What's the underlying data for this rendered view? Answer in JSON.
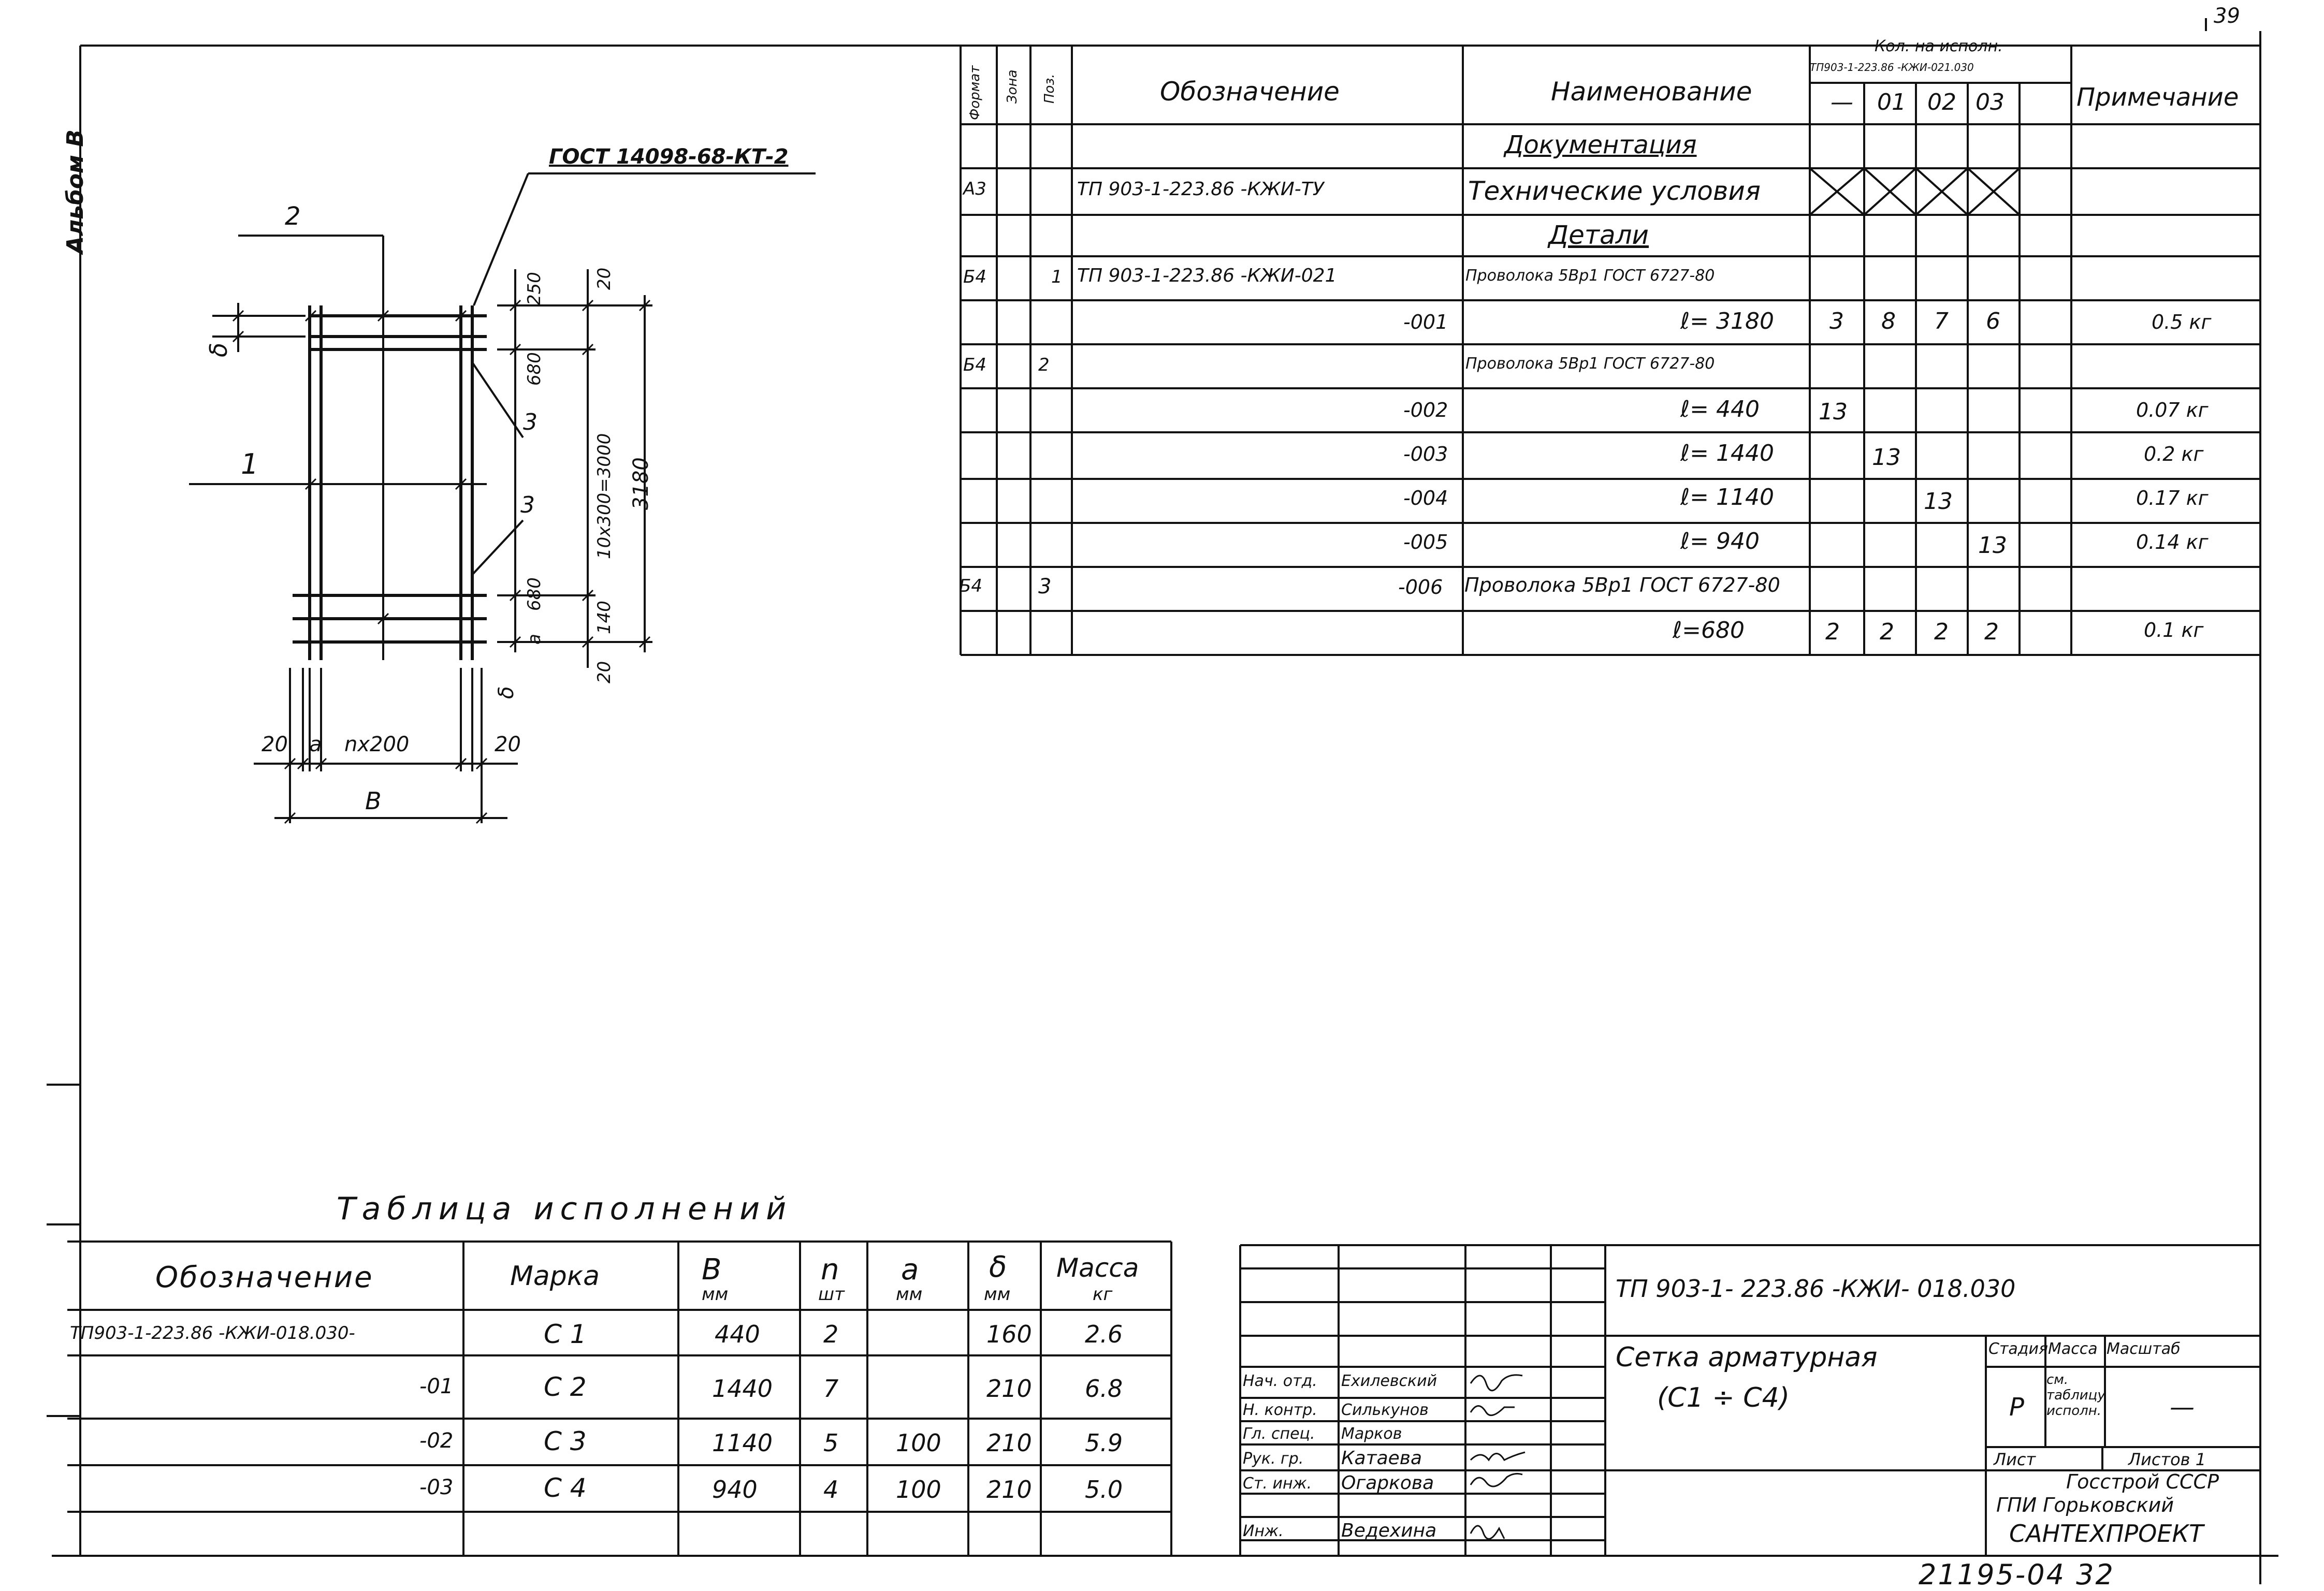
{
  "page_number": "39",
  "album_label": "Альбом В",
  "sheet_code": "21195-04  32",
  "drawing": {
    "std_label": "ГОСТ 14098-68-КТ-2",
    "pos_1": "1",
    "pos_2": "2",
    "pos_3a": "3",
    "pos_3b": "3",
    "dim_20_top_a": "20",
    "dim_250": "250",
    "dim_680_a": "680",
    "dim_span": "10х300=3000",
    "dim_3180": "3180",
    "dim_680_b": "680",
    "dim_a": "а",
    "dim_140": "140",
    "dim_20_bottom": "20",
    "dim_delta_left": "δ",
    "dim_delta_bottom": "δ",
    "dim_20_left": "20",
    "dim_a_bottom": "а",
    "dim_n200": "nх200",
    "dim_20_right": "20",
    "dim_B": "В"
  },
  "spec": {
    "headers": {
      "format": "Формат",
      "zone": "Зона",
      "pos": "Поз.",
      "designation": "Обозначение",
      "name": "Наименование",
      "qty_title": "Кол. на исполн.",
      "qty_sub": "ТП903-1-223.86  -КЖИ-021.030",
      "var_0": "—",
      "var_1": "01",
      "var_2": "02",
      "var_3": "03",
      "note": "Примечание"
    },
    "rows": [
      {
        "format": "",
        "pos": "",
        "designation": "",
        "name": "Документация",
        "q": [
          "",
          "",
          "",
          ""
        ],
        "note": ""
      },
      {
        "format": "А3",
        "pos": "",
        "designation": "ТП 903-1-223.86   -КЖИ-ТУ",
        "name": "Технические условия",
        "q": [
          "",
          "",
          "",
          ""
        ],
        "note": ""
      },
      {
        "format": "",
        "pos": "",
        "designation": "",
        "name": "Детали",
        "q": [
          "",
          "",
          "",
          ""
        ],
        "note": ""
      },
      {
        "format": "Б4",
        "pos": "1",
        "designation": "ТП 903-1-223.86  -КЖИ-021",
        "name": "Проволока 5Вр1 ГОСТ 6727-80",
        "q": [
          "",
          "",
          "",
          ""
        ],
        "note": ""
      },
      {
        "format": "",
        "pos": "",
        "designation": "-001",
        "name": "ℓ= 3180",
        "q": [
          "3",
          "8",
          "7",
          "6"
        ],
        "note": "0.5 кг"
      },
      {
        "format": "Б4",
        "pos": "2",
        "designation": "",
        "name": "Проволока 5Вр1 ГОСТ 6727-80",
        "q": [
          "",
          "",
          "",
          ""
        ],
        "note": ""
      },
      {
        "format": "",
        "pos": "",
        "designation": "-002",
        "name": "ℓ= 440",
        "q": [
          "13",
          "",
          "",
          ""
        ],
        "note": "0.07 кг"
      },
      {
        "format": "",
        "pos": "",
        "designation": "-003",
        "name": "ℓ= 1440",
        "q": [
          "",
          "13",
          "",
          ""
        ],
        "note": "0.2 кг"
      },
      {
        "format": "",
        "pos": "",
        "designation": "-004",
        "name": "ℓ= 1140",
        "q": [
          "",
          "",
          "13",
          ""
        ],
        "note": "0.17 кг"
      },
      {
        "format": "",
        "pos": "",
        "designation": "-005",
        "name": "ℓ= 940",
        "q": [
          "",
          "",
          "",
          "13"
        ],
        "note": "0.14 кг"
      },
      {
        "format": "Б4",
        "pos": "3",
        "designation": "-006",
        "name": "Проволока 5Вр1 ГОСТ 6727-80",
        "q": [
          "",
          "",
          "",
          ""
        ],
        "note": ""
      },
      {
        "format": "",
        "pos": "",
        "designation": "",
        "name": "ℓ=680",
        "q": [
          "2",
          "2",
          "2",
          "2"
        ],
        "note": "0.1 кг"
      }
    ]
  },
  "exec_table": {
    "title": "Таблица     исполнений",
    "headers": {
      "designation": "Обозначение",
      "mark": "Марка",
      "B": "В",
      "B_unit": "мм",
      "n": "n",
      "n_unit": "шт",
      "a": "а",
      "a_unit": "мм",
      "d": "δ",
      "d_unit": "мм",
      "mass": "Масса",
      "mass_unit": "кг"
    },
    "rows": [
      {
        "designation": "ТП903-1-223.86    -КЖИ-018.030-",
        "mark": "С 1",
        "B": "440",
        "n": "2",
        "a": "",
        "d": "160",
        "mass": "2.6"
      },
      {
        "designation": "-01",
        "mark": "С 2",
        "B": "1440",
        "n": "7",
        "a": "",
        "d": "210",
        "mass": "6.8"
      },
      {
        "designation": "-02",
        "mark": "С 3",
        "B": "1140",
        "n": "5",
        "a": "100",
        "d": "210",
        "mass": "5.9"
      },
      {
        "designation": "-03",
        "mark": "С 4",
        "B": "940",
        "n": "4",
        "a": "100",
        "d": "210",
        "mass": "5.0"
      }
    ]
  },
  "title_block": {
    "code": "ТП 903-1- 223.86        -КЖИ- 018.030",
    "name_line1": "Сетка арматурная",
    "name_line2": "(С1 ÷ С4)",
    "stage_label": "Стадия",
    "mass_label": "Масса",
    "scale_label": "Масштаб",
    "stage_value": "Р",
    "mass_value": "см. таблицу исполн.",
    "scale_value": "—",
    "sheet_label": "Лист",
    "sheets_label": "Листов 1",
    "org_line1": "Госстрой СССР",
    "org_line2": "ГПИ Горьковский",
    "org_line3": "САНТЕХПРОЕКТ",
    "staff": [
      {
        "role": "Нач. отд.",
        "name": "Ехилевский"
      },
      {
        "role": "Н. контр.",
        "name": "Силькунов"
      },
      {
        "role": "Гл. спец.",
        "name": "Марков"
      },
      {
        "role": "Рук. гр.",
        "name": "Катаева"
      },
      {
        "role": "Ст. инж.",
        "name": "Огаркова"
      },
      {
        "role": "Инж.",
        "name": "Ведехина"
      }
    ]
  }
}
